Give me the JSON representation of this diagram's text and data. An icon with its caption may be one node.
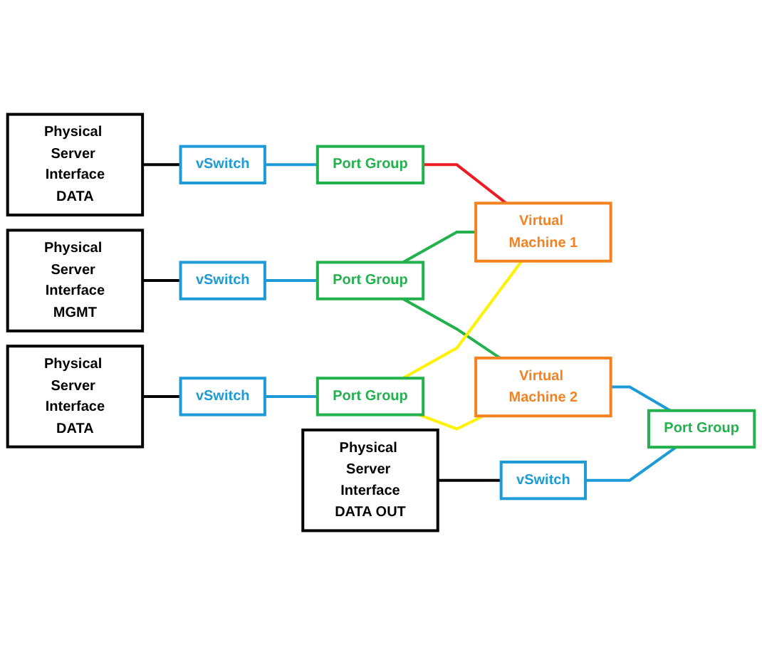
{
  "diagram": {
    "nodes": [
      {
        "text": [
          "Physical Server Interface",
          "MGMT"
        ]
      },
      {
        "text": [
          "vSwitch"
        ]
      },
      {
        "text": [
          "Port Group"
        ]
      },
      {
        "text": [
          "Virtual Machine 1"
        ]
      },
      {
        "text": [
          "Physical Server Interface",
          "DATA"
        ]
      },
      {
        "text": [
          "vSwitch"
        ]
      },
      {
        "text": [
          "Port Group"
        ]
      },
      {
        "text": [
          "Virtual Machine 2"
        ]
      },
      {
        "text": [
          "Physical Server Interface",
          "DATA"
        ]
      },
      {
        "text": [
          "vSwitch"
        ]
      },
      {
        "text": [
          "Port Group"
        ]
      },
      {
        "text": [
          "Physical Server Interface",
          "DATA OUT"
        ]
      },
      {
        "text": [
          "vSwitch"
        ]
      },
      {
        "text": [
          "Port Group"
        ]
      }
    ],
    "edges": [
      {
        "from": 0,
        "to": 1,
        "arrow": "none",
        "color": "#000000"
      },
      {
        "from": 1,
        "to": 2,
        "arrow": "none"
      },
      {
        "from": 2,
        "to": 3,
        "arrow": "none",
        "color": "#22b14c"
      },
      {
        "from": 2,
        "to": 7,
        "arrow": "none",
        "color": "#22b14c"
      },
      {
        "from": 4,
        "to": 5,
        "arrow": "none",
        "color": "#000000"
      },
      {
        "from": 5,
        "to": 6,
        "arrow": "none"
      },
      {
        "from": 6,
        "to": 3,
        "arrow": "none",
        "color": "#ed1c24"
      },
      {
        "from": 8,
        "to": 9,
        "arrow": "none",
        "color": "#000000"
      },
      {
        "from": 9,
        "to": 10,
        "arrow": "none"
      },
      {
        "from": 10,
        "to": 3,
        "arrow": "none",
        "color": "#fff200"
      },
      {
        "from": 10,
        "to": 7,
        "arrow": "none",
        "color": "#fff200"
      },
      {
        "from": 7,
        "to": 13,
        "arrow": "none"
      },
      {
        "from": 11,
        "to": 12,
        "arrow": "none",
        "color": "#000000"
      },
      {
        "from": 12,
        "to": 13,
        "arrow": "none"
      }
    ]
  }
}
